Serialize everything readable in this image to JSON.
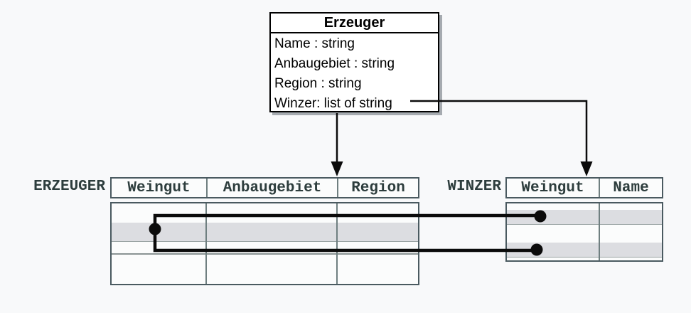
{
  "uml_class": {
    "title": "Erzeuger",
    "attributes": [
      "Name : string",
      "Anbaugebiet : string",
      "Region : string",
      "Winzer: list of string"
    ]
  },
  "tables": {
    "erzeuger": {
      "label": "ERZEUGER",
      "columns": [
        "Weingut",
        "Anbaugebiet",
        "Region"
      ]
    },
    "winzer": {
      "label": "WINZER",
      "columns": [
        "Weingut",
        "Name"
      ]
    }
  },
  "icons": {
    "arrows": "down-arrowhead",
    "links": "tuple-link-dot"
  },
  "colors": {
    "background": "#f8f9fa",
    "class_border": "#000000",
    "class_background": "#ffffff",
    "class_shadow": "#a6abb0",
    "table_border": "#4a5a60",
    "column_separator": "#6f7f80",
    "row_highlight": "#dcdde1",
    "label_text": "#2d3d3d",
    "connector": "#0b0b0b"
  }
}
